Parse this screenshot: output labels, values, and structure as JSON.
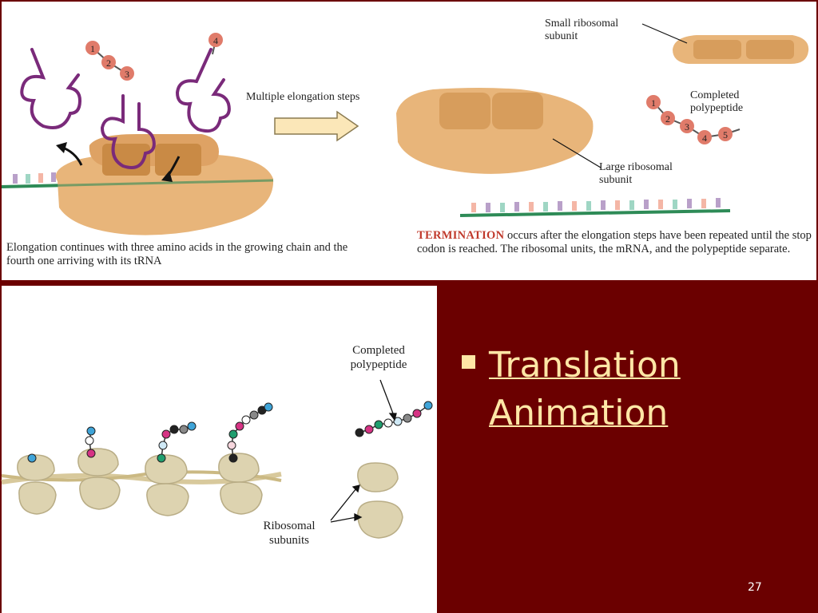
{
  "top_figure": {
    "trna_numbers": [
      "1",
      "2",
      "3",
      "4"
    ],
    "elongation_arrow_label": "Multiple elongation steps",
    "elongation_caption": "Elongation continues with three amino acids in the growing chain and the fourth one arriving with its tRNA",
    "small_subunit_label": "Small ribosomal subunit",
    "large_subunit_label": "Large ribosomal subunit",
    "completed_polypeptide_label": "Completed polypeptide",
    "polypeptide_numbers": [
      "1",
      "2",
      "3",
      "4",
      "5"
    ],
    "termination_keyword": "TERMINATION",
    "termination_caption": "occurs after the elongation steps have been repeated until the stop codon is reached. The ribosomal units, the mRNA, and the polypeptide separate."
  },
  "bottom_figure": {
    "completed_polypeptide_label": "Completed polypeptide",
    "ribosomal_subunits_label": "Ribosomal subunits"
  },
  "bullet": {
    "link_text": "Translation Animation"
  },
  "slide_number": "27",
  "colors": {
    "background": "#6b0000",
    "link": "#ffe7a6",
    "ribosome": "#e8b57a",
    "trna": "#7a2a7a",
    "mrna": "#2e8b57",
    "amino_acid": "#e07b6a",
    "subunit": "#ddd3b0"
  }
}
